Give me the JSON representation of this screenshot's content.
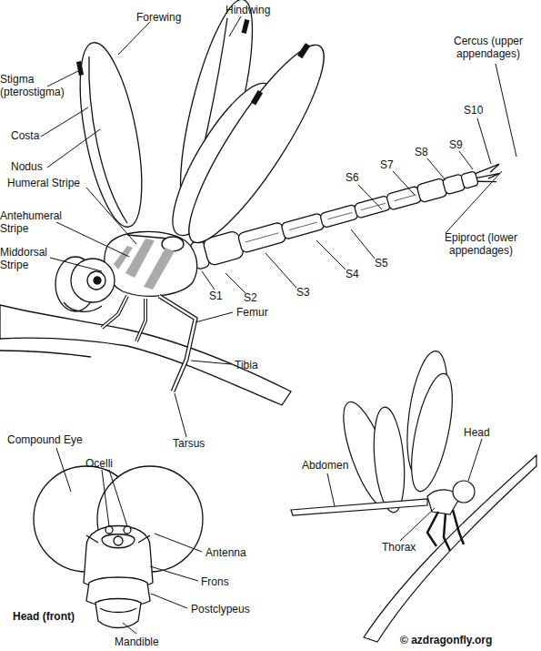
{
  "diagram": {
    "labels": [
      "Forewing",
      "Hindwing",
      "Cercus (upper appendages)",
      "Stigma (pterostigma)",
      "S10",
      "Costa",
      "S9",
      "S8",
      "Nodus",
      "S7",
      "S6",
      "Humeral Stripe",
      "Antehumeral Stripe",
      "Middorsal Stripe",
      "S1",
      "S2",
      "S3",
      "S4",
      "S5",
      "Epiproct (lower appendages)",
      "Femur",
      "Tibia",
      "Tarsus",
      "Compound Eye",
      "Ocelli",
      "Head",
      "Antenna",
      "Abdomen",
      "Thorax",
      "Frons",
      "Head (front)",
      "Postclypeus",
      "Mandible",
      "© azdragonfly.org"
    ]
  }
}
